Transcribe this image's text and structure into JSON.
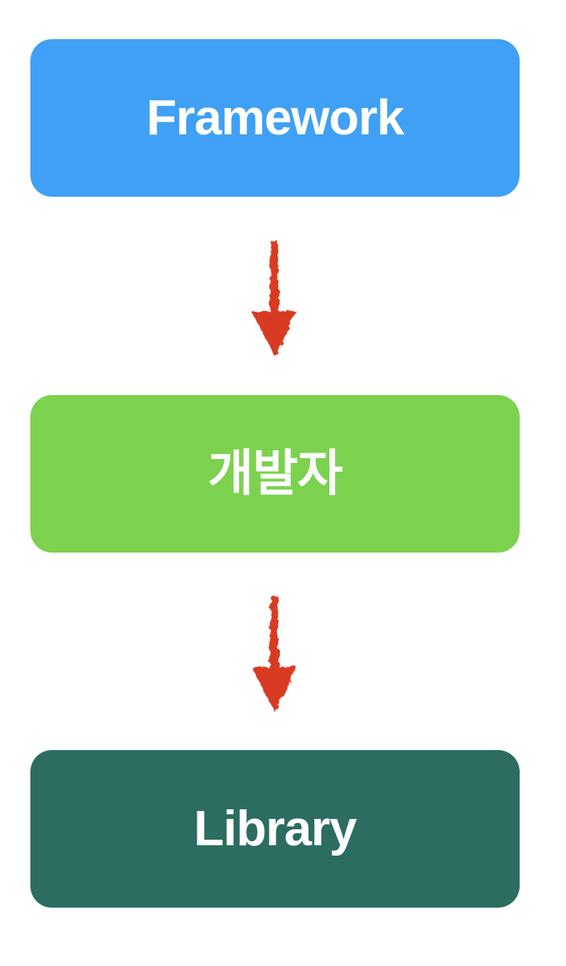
{
  "diagram": {
    "background_color": "#ffffff",
    "nodes": [
      {
        "id": "framework",
        "label": "Framework",
        "color": "#3fa0f5",
        "text_color": "#ffffff"
      },
      {
        "id": "developer",
        "label": "개발자",
        "color": "#7cd24e",
        "text_color": "#ffffff"
      },
      {
        "id": "library",
        "label": "Library",
        "color": "#2c6c61",
        "text_color": "#ffffff"
      }
    ],
    "arrows": [
      {
        "from": "framework",
        "to": "developer",
        "direction": "down",
        "color": "#d93b22",
        "style": "hand-drawn"
      },
      {
        "from": "developer",
        "to": "library",
        "direction": "down",
        "color": "#d93b22",
        "style": "hand-drawn"
      }
    ]
  }
}
